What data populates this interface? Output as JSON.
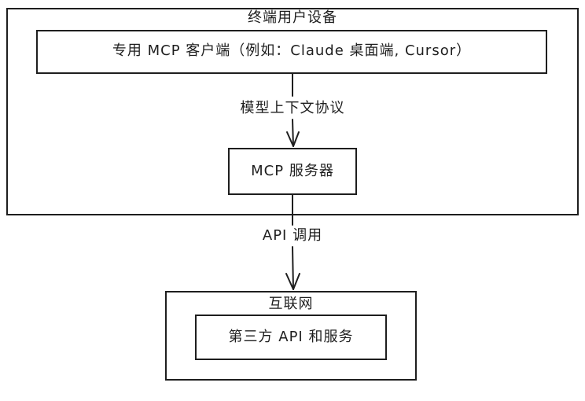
{
  "diagram": {
    "device_container": {
      "title": "终端用户设备"
    },
    "client": {
      "label": "专用 MCP 客户端（例如：Claude 桌面端, Cursor）"
    },
    "protocol_edge": {
      "label": "模型上下文协议"
    },
    "mcp_server": {
      "label": "MCP 服务器"
    },
    "api_edge": {
      "label": "API 调用"
    },
    "internet_container": {
      "title": "互联网"
    },
    "service": {
      "label": "第三方 API 和服务"
    }
  },
  "colors": {
    "stroke": "#1e1e1e",
    "background": "#ffffff"
  }
}
